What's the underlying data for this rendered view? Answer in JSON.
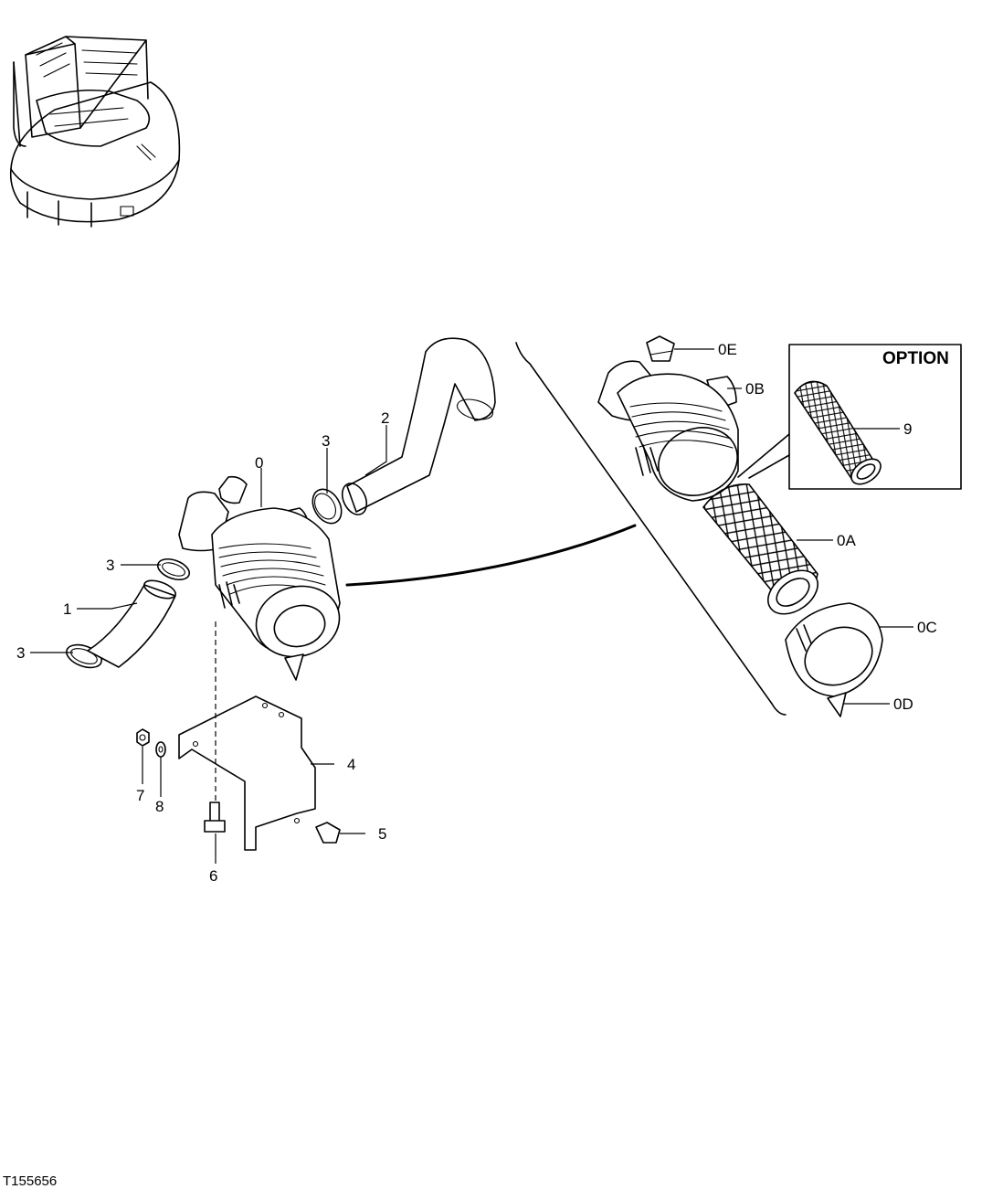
{
  "figure_id": "T155656",
  "option_label": "OPTION",
  "callouts": {
    "air_cleaner": "0",
    "primary_element": "0A",
    "housing": "0B",
    "cover": "0C",
    "dust_valve": "0D",
    "restriction_indicator": "0E",
    "inlet_hose": "1",
    "outlet_hose": "2",
    "clamp_upper": "3",
    "clamp_left_upper": "3",
    "clamp_left_lower": "3",
    "bracket": "4",
    "plug": "5",
    "cap_screw": "6",
    "nut": "7",
    "washer": "8",
    "secondary_element": "9"
  }
}
